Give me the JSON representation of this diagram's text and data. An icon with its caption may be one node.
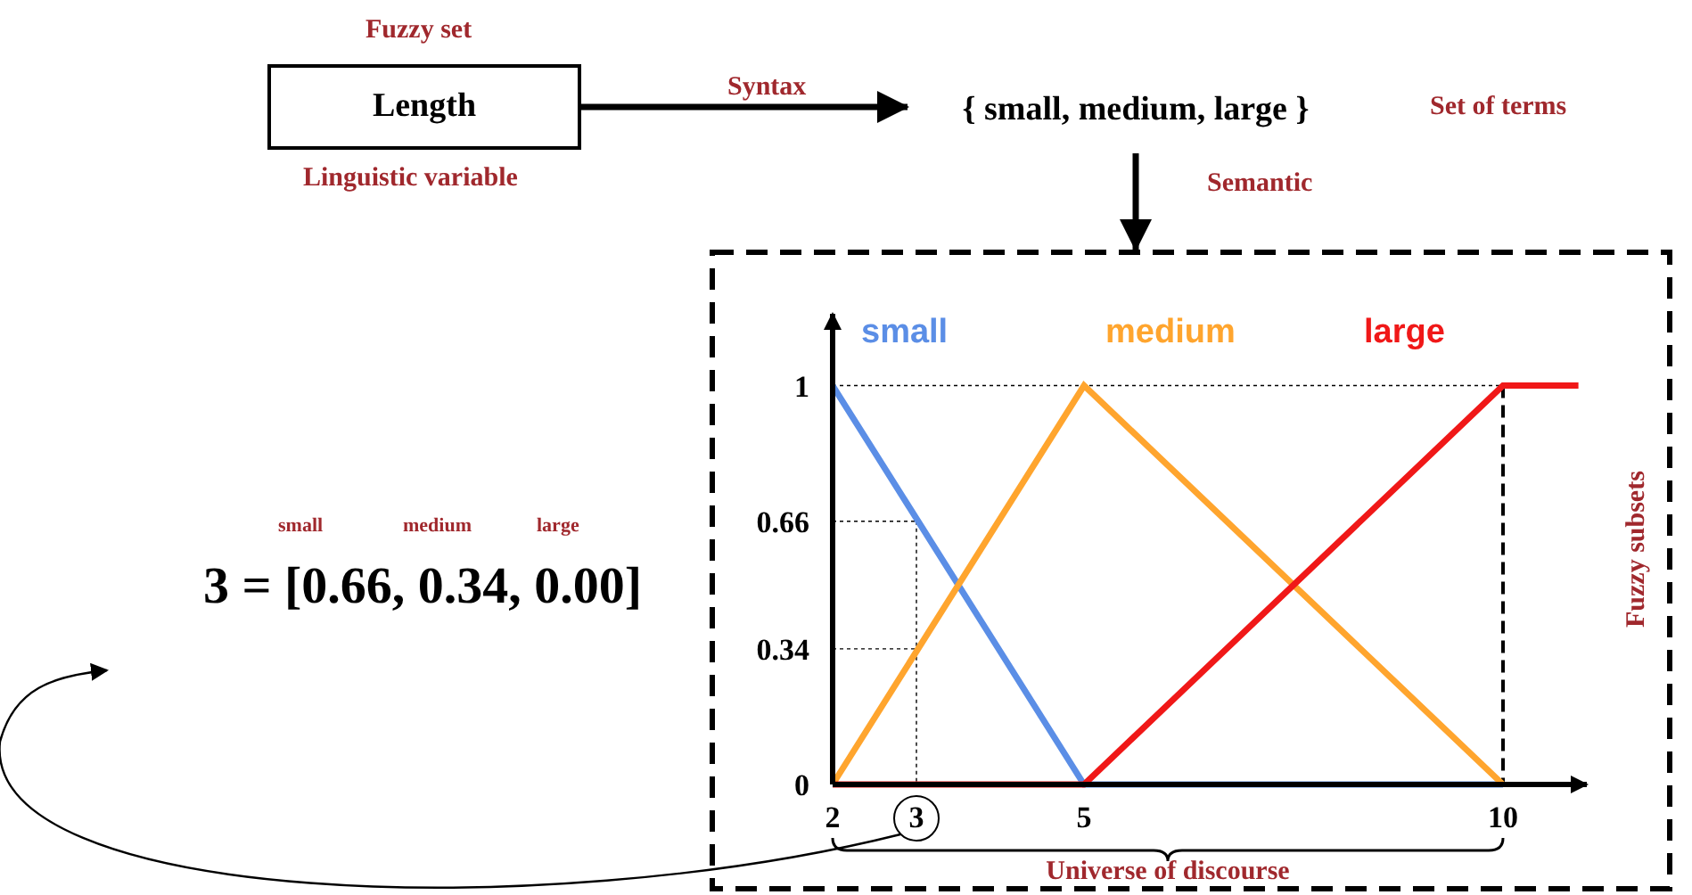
{
  "diagram": {
    "nodes": [
      {
        "text": [
          "Length"
        ],
        "beside": [
          "Fuzzy set",
          "Linguistic variable"
        ]
      },
      {
        "text": [
          "{ small, medium, large }"
        ]
      },
      {
        "text": [
          "Fuzzy subsets"
        ]
      },
      {
        "text": [
          "3 = [0.66, 0.34, 0.00]"
        ],
        "beside": [
          "small",
          "medium",
          "large"
        ]
      },
      {
        "text": [
          "3"
        ],
        "in": 2
      }
    ],
    "edges": [
      {
        "from": 0,
        "to": 1,
        "arrow": "to",
        "label": "Syntax"
      },
      {
        "from": 1,
        "to": 2,
        "arrow": "to",
        "label": "Semantic"
      },
      {
        "from": 4,
        "to": 3,
        "arrow": "to"
      }
    ],
    "labels": [
      "Set of terms"
    ],
    "chart_data": {
      "type": "line",
      "xlabel": "Universe of discourse",
      "x": [
        2,
        5,
        10,
        10.9
      ],
      "series": [
        {
          "name": "small",
          "color": "#5b8ee6",
          "values": [
            1,
            0,
            0,
            null
          ]
        },
        {
          "name": "medium",
          "color": "#ffa52e",
          "values": [
            0,
            1,
            0,
            null
          ]
        },
        {
          "name": "large",
          "color": "#f01818",
          "values": [
            0,
            0,
            1,
            1
          ]
        }
      ],
      "ref_lines": [
        {
          "axis": "y",
          "value": 1
        },
        {
          "axis": "x",
          "value": 10
        },
        {
          "axis": "y",
          "value": 0.66
        },
        {
          "axis": "y",
          "value": 0.34
        },
        {
          "axis": "x",
          "value": 3
        }
      ],
      "xlim": [
        2,
        11
      ],
      "ylim": [
        0,
        1.18
      ],
      "xticks": [
        2,
        5,
        10
      ],
      "yticks": [
        0,
        0.34,
        0.66,
        1
      ]
    }
  }
}
